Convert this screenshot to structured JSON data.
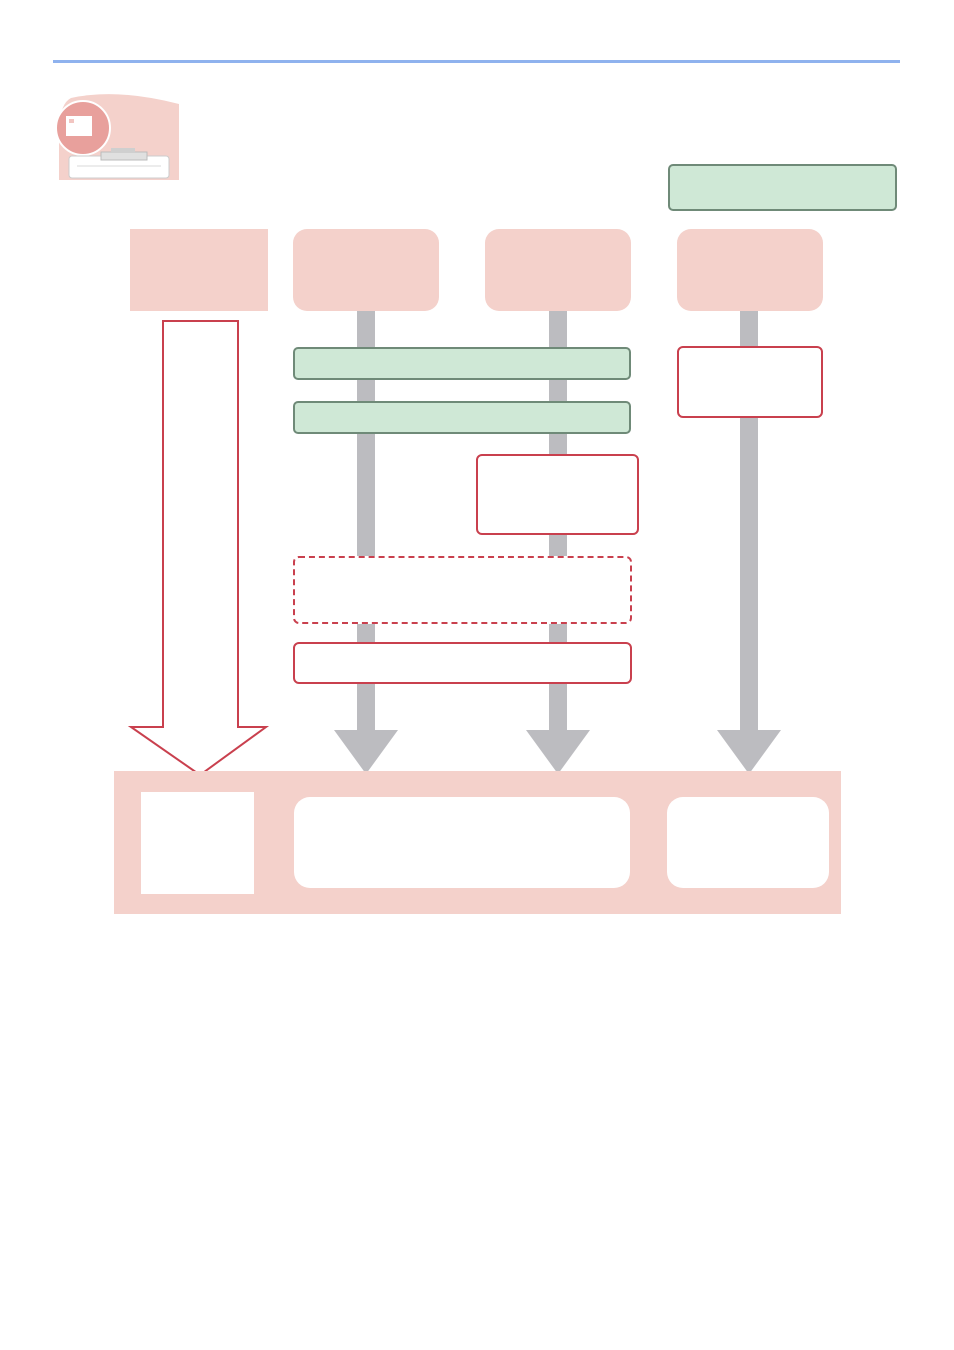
{
  "header": {
    "icon": "scanner-icon",
    "rule_color": "#8fb2ee"
  },
  "legend": {
    "label": ""
  },
  "columns": [
    {
      "id": "col-1",
      "label": ""
    },
    {
      "id": "col-2",
      "label": ""
    },
    {
      "id": "col-3",
      "label": ""
    },
    {
      "id": "col-4",
      "label": ""
    }
  ],
  "steps": {
    "green_step_1": "",
    "green_step_2": "",
    "red_step_col4": "",
    "red_step_col3": "",
    "dashed_step": "",
    "red_step_wide": ""
  },
  "destinations": {
    "dest_1": "",
    "dest_2": "",
    "dest_3": ""
  },
  "colors": {
    "pink": "#f4d1cb",
    "green_fill": "#cfe8d6",
    "green_border": "#6f8a78",
    "red": "#c9404e",
    "gray_flow": "#bcbcc0"
  }
}
